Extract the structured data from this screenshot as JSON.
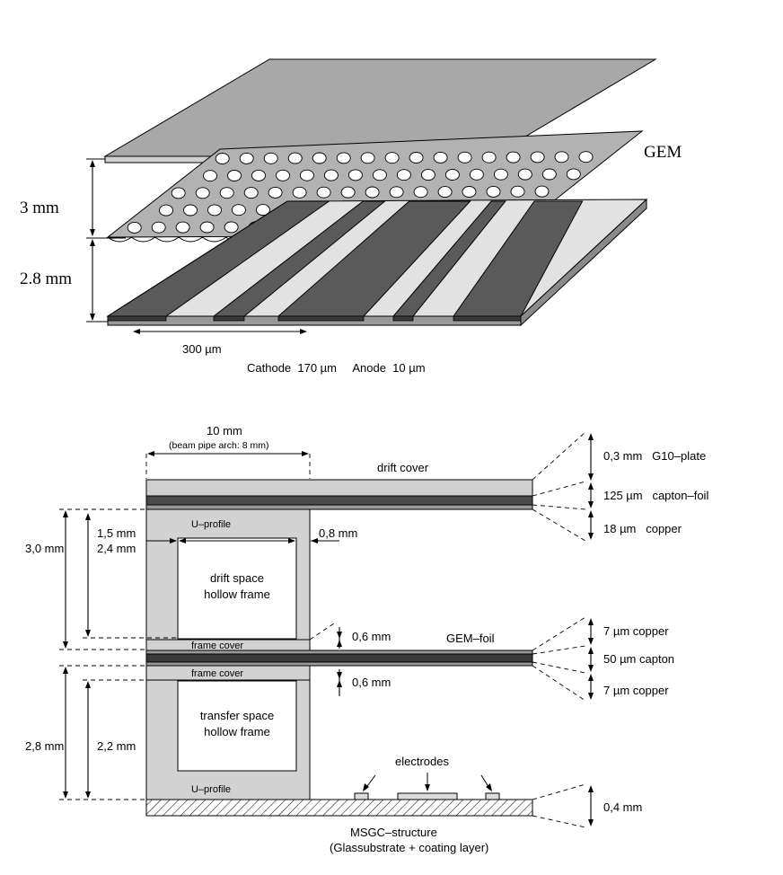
{
  "top": {
    "gem_label": "GEM",
    "dim_3mm": "3 mm",
    "dim_2_8mm": "2.8 mm",
    "dim_300um": "300 µm",
    "cathode_anode": "Cathode  170 µm     Anode  10 µm"
  },
  "bottom": {
    "width_label": "10 mm",
    "beam_pipe_note": "(beam pipe arch: 8 mm)",
    "drift_cover": "drift cover",
    "u_profile_top": "U–profile",
    "u_profile_bottom": "U–profile",
    "dim_1_5mm": "1,5 mm",
    "dim_0_8mm": "0,8 mm",
    "dim_3_0mm": "3,0 mm",
    "dim_2_4mm": "2,4 mm",
    "drift_space_1": "drift space",
    "drift_space_2": "hollow frame",
    "frame_cover_top": "frame cover",
    "frame_cover_bottom": "frame cover",
    "dim_0_6mm_a": "0,6 mm",
    "dim_0_6mm_b": "0,6 mm",
    "gem_foil": "GEM–foil",
    "dim_2_8mm": "2,8 mm",
    "dim_2_2mm": "2,2 mm",
    "transfer_space_1": "transfer space",
    "transfer_space_2": "hollow frame",
    "electrodes": "electrodes",
    "msgc_1": "MSGC–structure",
    "msgc_2": "(Glassubstrate + coating layer)",
    "right_labels": [
      "0,3 mm   G10–plate",
      "125 µm   capton–foil",
      "18 µm   copper",
      "7 µm copper",
      "50 µm capton",
      "7 µm copper",
      "0,4 mm"
    ]
  }
}
